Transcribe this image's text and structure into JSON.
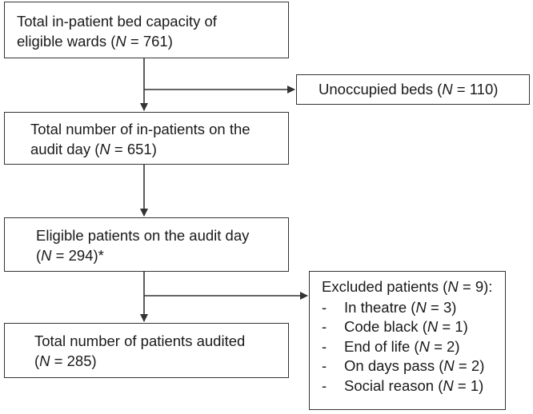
{
  "boxes": {
    "capacity": {
      "line1": "Total in-patient bed capacity of",
      "line2_pre": "eligible wards (",
      "n": "N",
      "eq": " = ",
      "value": "761",
      "close": ")"
    },
    "unoccupied": {
      "pre": "Unoccupied beds (",
      "n": "N",
      "eq": " = ",
      "value": "110",
      "close": ")"
    },
    "inpatients": {
      "line1": "Total number of in-patients on the",
      "line2_pre": "audit day (",
      "n": "N",
      "eq": " = ",
      "value": "651",
      "close": ")"
    },
    "eligible": {
      "line1": "Eligible patients on the audit day",
      "line2_pre": "(",
      "n": "N",
      "eq": " = ",
      "value": "294",
      "close": ")*"
    },
    "audited": {
      "line1": "Total number of patients audited",
      "line2_pre": "(",
      "n": "N",
      "eq": " = ",
      "value": "285",
      "close": ")"
    },
    "excluded": {
      "title_pre": "Excluded patients (",
      "n": "N",
      "eq": " = ",
      "value": "9",
      "title_close": "):",
      "items": [
        {
          "dash": "-",
          "label": "In theatre (",
          "n": "N",
          "eq": " = ",
          "value": "3",
          "close": ")"
        },
        {
          "dash": "-",
          "label": "Code black (",
          "n": "N",
          "eq": " = ",
          "value": "1",
          "close": ")"
        },
        {
          "dash": "-",
          "label": "End of life (",
          "n": "N",
          "eq": " = ",
          "value": "2",
          "close": ")"
        },
        {
          "dash": "-",
          "label": "On days pass (",
          "n": "N",
          "eq": " = ",
          "value": "2",
          "close": ")"
        },
        {
          "dash": "-",
          "label": "Social reason (",
          "n": "N",
          "eq": " = ",
          "value": "1",
          "close": ")"
        }
      ]
    }
  },
  "colors": {
    "line": "#333333",
    "text": "#1a1a1a",
    "background": "#ffffff"
  }
}
